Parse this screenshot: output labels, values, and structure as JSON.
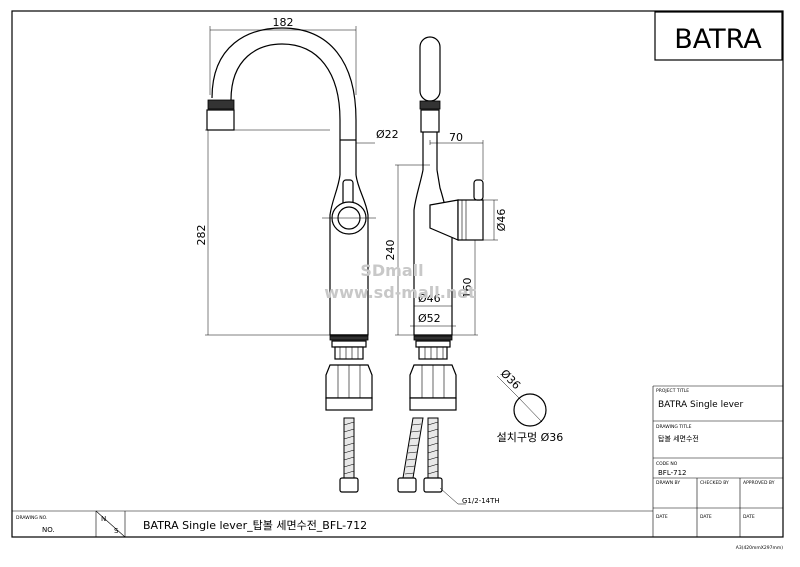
{
  "brand": "BATRA",
  "watermark": {
    "line1": "SDmall",
    "line2": "www.sd-mall.net"
  },
  "dimensions": {
    "width_182": "182",
    "height_282": "282",
    "dia_22": "Ø22",
    "len_70": "70",
    "dia_46_side": "Ø46",
    "height_240": "240",
    "height_160": "160",
    "dia_46_base": "Ø46",
    "dia_52": "Ø52",
    "dia_36_circle": "Ø36",
    "thread": "G1/2-14TH"
  },
  "install_hole_label": "설치구멍 Ø36",
  "title_block": {
    "project_title_label": "PROJECT TITLE",
    "project_title": "BATRA Single lever",
    "drawing_title_label": "DRAWING TITLE",
    "drawing_title": "탑볼 세면수전",
    "code_no_label": "CODE NO",
    "code_no": "BFL-712",
    "drawn_by_label": "DRAWN BY",
    "checked_by_label": "CHECKED BY",
    "approved_by_label": "APPROVED BY",
    "date_label_1": "DATE",
    "date_label_2": "DATE",
    "date_label_3": "DATE"
  },
  "bottom_bar": {
    "drawing_no_label": "DRAWING NO.",
    "no_label": "NO.",
    "n_label": "N",
    "s_label": "S",
    "description": "BATRA Single lever_탑볼 세면수전_BFL-712"
  },
  "paper_size": "A3(420mmX297mm)"
}
